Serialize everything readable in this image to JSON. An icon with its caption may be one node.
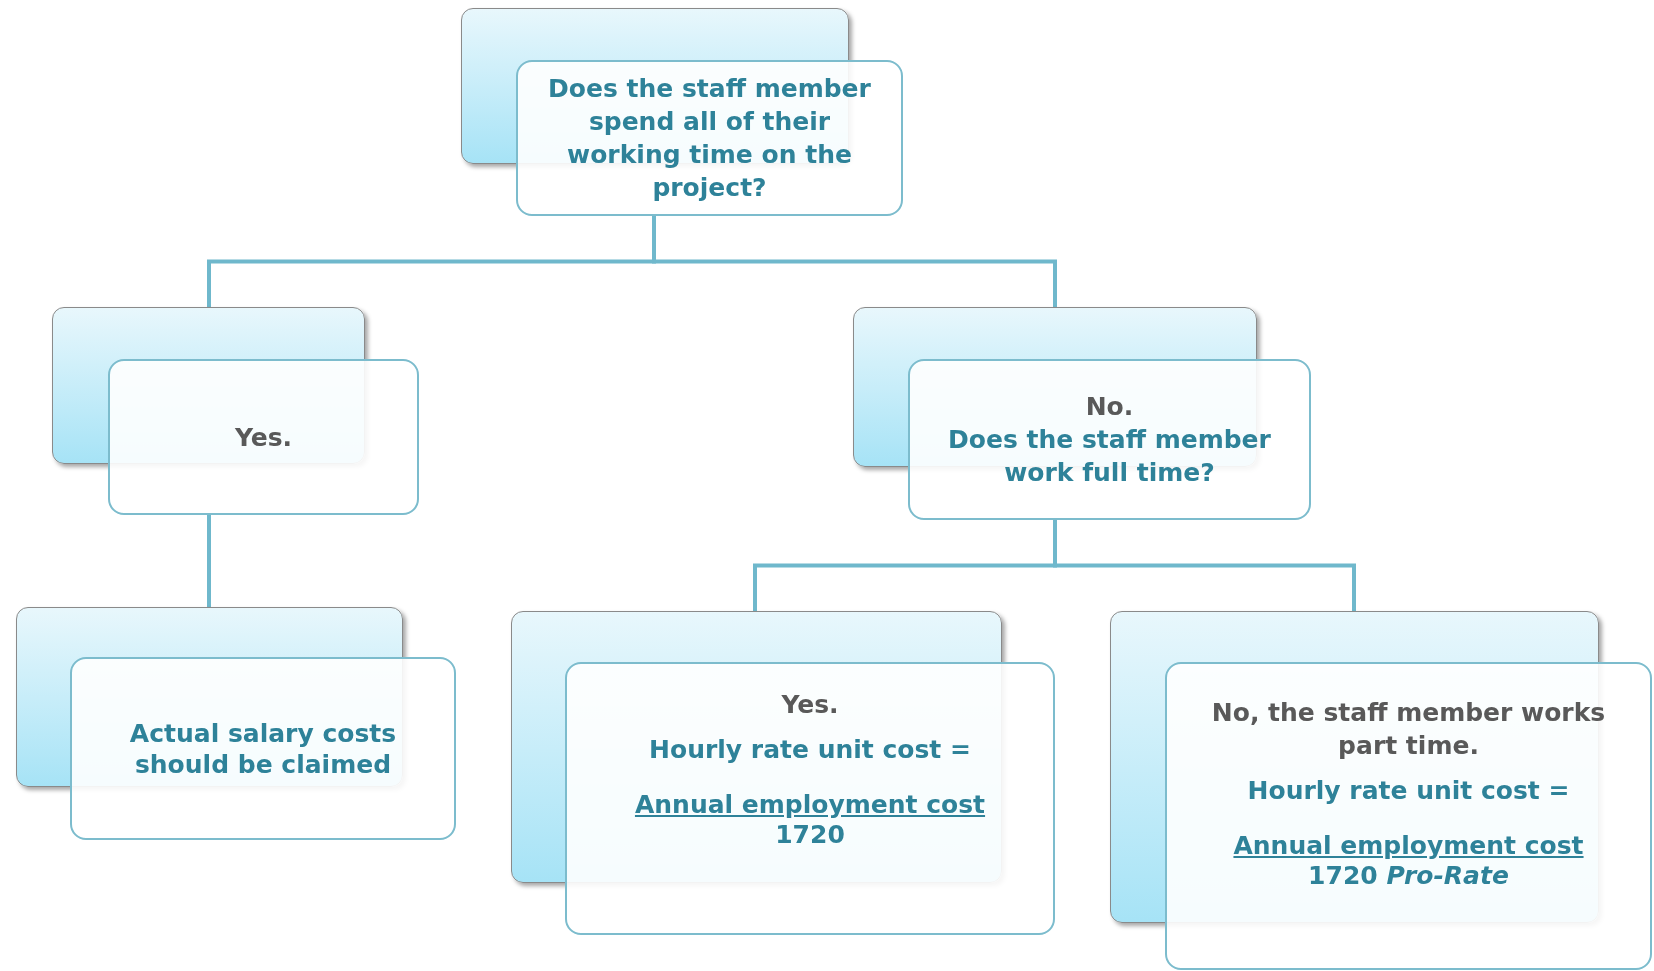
{
  "diagram": {
    "nodes": [
      {
        "text": [
          "Does the staff member spend all of their working time on the project?"
        ]
      },
      {
        "text": [
          "Yes."
        ]
      },
      {
        "text": [
          "No.",
          "Does the staff member work full time?"
        ]
      },
      {
        "text": [
          "Actual salary costs should be claimed"
        ]
      },
      {
        "text": [
          "Yes.",
          "Hourly rate unit cost =",
          "Annual employment cost",
          "1720"
        ]
      },
      {
        "text": [
          "No, the staff member works part time.",
          "Hourly rate unit cost =",
          "Annual employment cost",
          "1720 *Pro-Rate*"
        ]
      }
    ],
    "edges": [
      {
        "from": 0,
        "to": 1,
        "arrow": "none"
      },
      {
        "from": 0,
        "to": 2,
        "arrow": "none"
      },
      {
        "from": 1,
        "to": 3,
        "arrow": "none"
      },
      {
        "from": 2,
        "to": 4,
        "arrow": "none"
      },
      {
        "from": 2,
        "to": 5,
        "arrow": "none"
      }
    ]
  }
}
